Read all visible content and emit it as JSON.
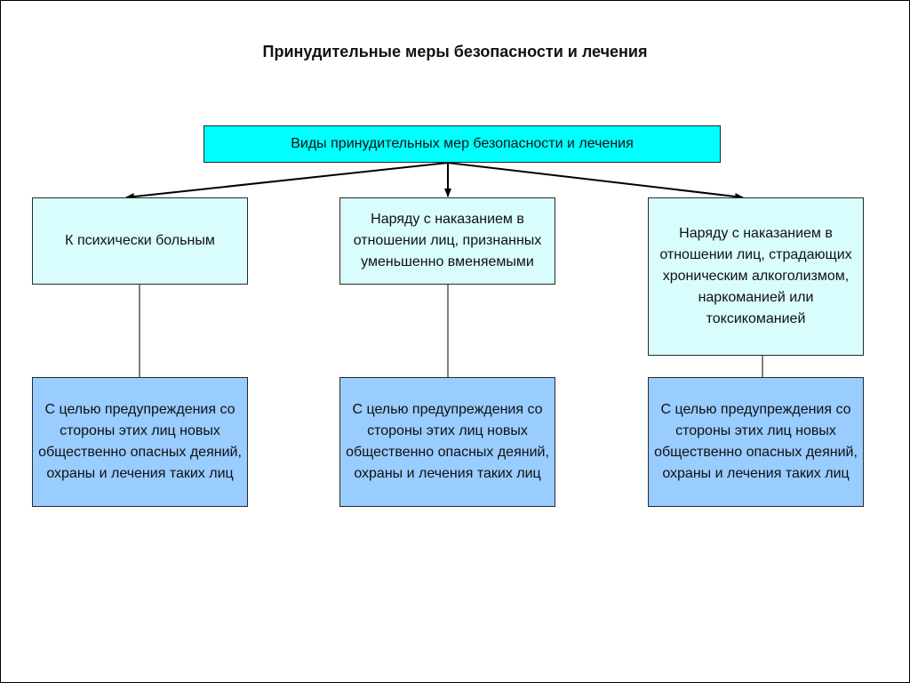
{
  "title": "Принудительные меры безопасности и лечения",
  "top_box": "Виды принудительных мер безопасности и лечения",
  "categories": [
    "К психически больным",
    "Наряду с наказанием в отношении лиц, признанных уменьшенно вменяемыми",
    "Наряду с наказанием в отношении лиц, страдающих хроническим алкоголизмом, наркоманией или токсикоманией"
  ],
  "goals": [
    "С целью предупреждения со стороны этих лиц новых общественно опасных деяний, охраны и лечения таких лиц",
    "С целью предупреждения со стороны этих лиц новых общественно опасных деяний, охраны и лечения таких лиц",
    "С целью предупреждения со стороны этих лиц новых общественно опасных деяний, охраны и лечения таких лиц"
  ],
  "colors": {
    "top_box": "#00ffff",
    "category_box": "#d9fcfc",
    "goal_box": "#99ccff"
  }
}
